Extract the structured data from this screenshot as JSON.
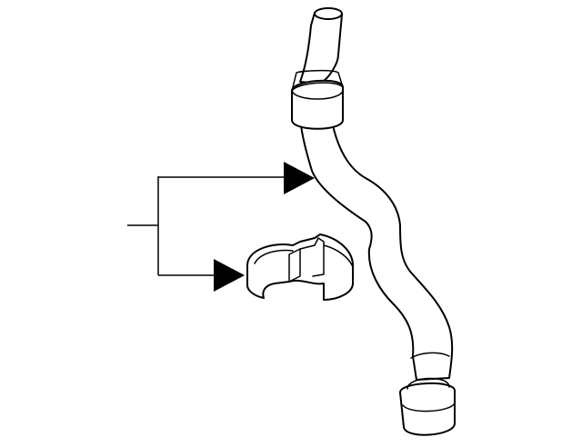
{
  "diagram": {
    "background": "#ffffff",
    "ink_color": "#000000",
    "parts": [
      {
        "name": "hose",
        "kind": "coolant-hose"
      },
      {
        "name": "clamp",
        "kind": "hose-clamp"
      }
    ],
    "callout": {
      "label": "",
      "targets": [
        "hose",
        "clamp"
      ]
    }
  }
}
